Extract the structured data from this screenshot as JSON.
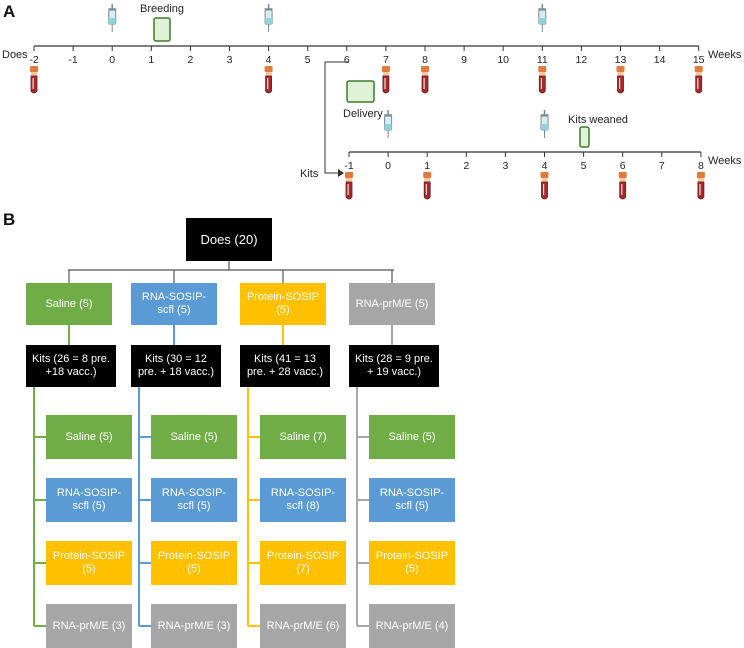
{
  "panel_a": {
    "label": "A",
    "does_axis": {
      "label": "Does",
      "unit": "Weeks",
      "ticks": [
        "-2",
        "-1",
        "0",
        "1",
        "2",
        "3",
        "4",
        "5",
        "6",
        "7",
        "8",
        "9",
        "10",
        "11",
        "12",
        "13",
        "14",
        "15"
      ],
      "injection_weeks": [
        0,
        4,
        11
      ],
      "bleed_weeks": [
        -2,
        4,
        7,
        8,
        11,
        13,
        15
      ],
      "breeding_label": "Breeding",
      "delivery_label": "Delivery"
    },
    "kits_axis": {
      "label": "Kits",
      "unit": "Weeks",
      "ticks": [
        "-1",
        "0",
        "1",
        "2",
        "3",
        "4",
        "5",
        "6",
        "7",
        "8"
      ],
      "injection_weeks": [
        0,
        4
      ],
      "bleed_weeks": [
        -1,
        1,
        4,
        6,
        8
      ],
      "weaned_label": "Kits weaned"
    }
  },
  "panel_b": {
    "label": "B",
    "root": "Does (20)",
    "groups": [
      {
        "name": "Saline (5)",
        "color": "#70ad47",
        "kits": "Kits (26 = 8 pre. +18 vacc.)",
        "subgroups": [
          "Saline (5)",
          "RNA-SOSIP-scfl (5)",
          "Protein-SOSIP (5)",
          "RNA-prM/E (3)"
        ]
      },
      {
        "name": "RNA-SOSIP-scfl (5)",
        "color": "#5b9bd5",
        "kits": "Kits (30 = 12 pre. + 18 vacc.)",
        "subgroups": [
          "Saline (5)",
          "RNA-SOSIP-scfl (5)",
          "Protein-SOSIP (5)",
          "RNA-prM/E (3)"
        ]
      },
      {
        "name": "Protein-SOSIP (5)",
        "color": "#ffc000",
        "kits": "Kits (41 = 13 pre. + 28 vacc.)",
        "subgroups": [
          "Saline (7)",
          "RNA-SOSIP-scfl (8)",
          "Protein-SOSIP (7)",
          "RNA-prM/E (6)"
        ]
      },
      {
        "name": "RNA-prM/E (5)",
        "color": "#a6a6a6",
        "kits": "Kits (28 = 9 pre. + 19 vacc.)",
        "subgroups": [
          "Saline (5)",
          "RNA-SOSIP-scfl (5)",
          "Protein-SOSIP (5)",
          "RNA-prM/E (4)"
        ]
      }
    ],
    "subgroup_colors": [
      "#70ad47",
      "#5b9bd5",
      "#ffc000",
      "#a6a6a6"
    ]
  }
}
